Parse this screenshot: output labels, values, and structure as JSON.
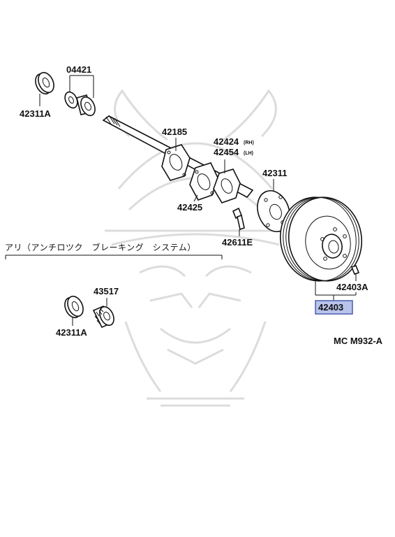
{
  "parts": {
    "p04421": "04421",
    "p42311A_top": "42311A",
    "p42185": "42185",
    "p42424": "42424",
    "p42424_note": "(RH)",
    "p42454": "42454",
    "p42454_note": "(LH)",
    "p42311": "42311",
    "p42425": "42425",
    "p42611E": "42611E",
    "p42403A": "42403A",
    "p42403": "42403",
    "p43517": "43517",
    "p42311A_bottom": "42311A"
  },
  "section_label": "アリ（アンチロツク　ブレーキング　システム）",
  "diagram_code": "MC M932-A",
  "colors": {
    "highlight_fill": "#b8c4ec",
    "highlight_border": "#4a5fa8",
    "watermark": "#dcdcdc"
  }
}
